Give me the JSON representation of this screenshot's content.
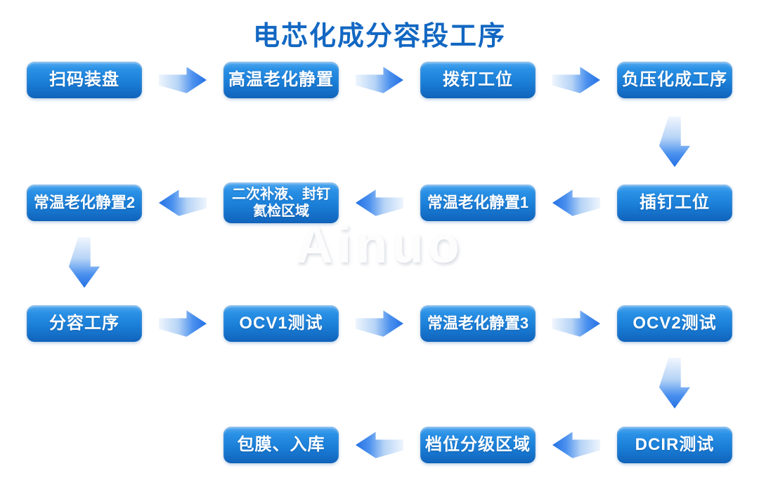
{
  "title": "电芯化成分容段工序",
  "watermark": "Ainuo",
  "colors": {
    "title_blue": "#1267c2",
    "node_gradient_top": "#55a9ef",
    "node_gradient_bottom": "#1063bb",
    "arrow_blue": "#2470e4",
    "node_text": "#ffffff",
    "background": "#ffffff"
  },
  "rows": [
    {
      "arrow_direction": "right",
      "nodes": [
        {
          "label": "扫码装盘"
        },
        {
          "label": "高温老化静置"
        },
        {
          "label": "拨钉工位"
        },
        {
          "label": "负压化成工序"
        }
      ]
    },
    {
      "arrow_direction": "left",
      "nodes": [
        {
          "label": "常温老化静置2"
        },
        {
          "label": "二次补液、封钉氦检区域",
          "line1": "二次补液、封钉",
          "line2": "氦检区域"
        },
        {
          "label": "常温老化静置1"
        },
        {
          "label": "插钉工位"
        }
      ]
    },
    {
      "arrow_direction": "right",
      "nodes": [
        {
          "label": "分容工序"
        },
        {
          "label": "OCV1测试"
        },
        {
          "label": "常温老化静置3"
        },
        {
          "label": "OCV2测试"
        }
      ]
    },
    {
      "arrow_direction": "left",
      "nodes": [
        {
          "label": "包膜、入库"
        },
        {
          "label": "档位分级区域"
        },
        {
          "label": "DCIR测试"
        }
      ]
    }
  ],
  "process_sequence": [
    "扫码装盘",
    "高温老化静置",
    "拨钉工位",
    "负压化成工序",
    "插钉工位",
    "常温老化静置1",
    "二次补液、封钉氦检区域",
    "常温老化静置2",
    "分容工序",
    "OCV1测试",
    "常温老化静置3",
    "OCV2测试",
    "DCIR测试",
    "档位分级区域",
    "包膜、入库"
  ]
}
